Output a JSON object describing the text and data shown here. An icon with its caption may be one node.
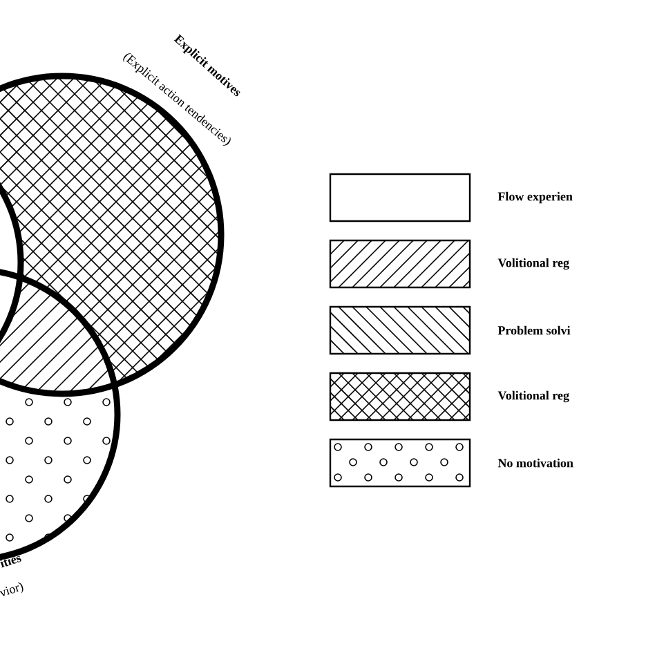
{
  "diagram": {
    "labels": [
      "Explicit motives",
      "(Explicit action tendencies)",
      "ities",
      "vior)"
    ],
    "legend": [
      {
        "text": "Flow experien"
      },
      {
        "text": "Volitional reg"
      },
      {
        "text": "Problem solvi"
      },
      {
        "text": "Volitional reg"
      },
      {
        "text": "No motivation"
      }
    ]
  }
}
